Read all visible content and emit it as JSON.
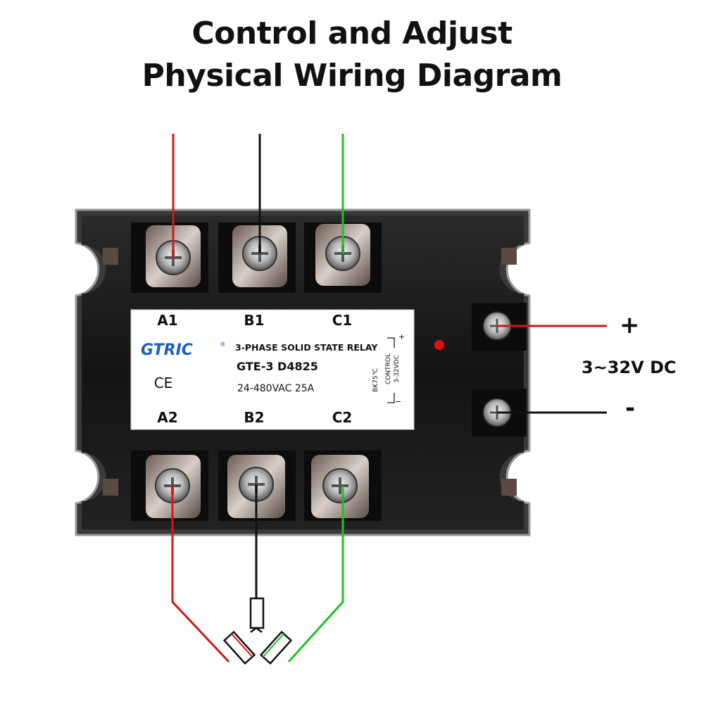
{
  "title": {
    "line1": "Control and Adjust",
    "line2": "Physical Wiring Diagram"
  },
  "relay": {
    "brand": "GTRIC",
    "brand_mark": "®",
    "product_type": "3-PHASE SOLID STATE RELAY",
    "model": "GTE-3  D4825",
    "rating": "24-480VAC 25A",
    "certification": "CE",
    "control_label": "CONTROL",
    "control_range": "3-32VDC",
    "temp_label": "BK75℃",
    "terminals_top": [
      "A1",
      "B1",
      "C1"
    ],
    "terminals_bottom": [
      "A2",
      "B2",
      "C2"
    ],
    "control_plus": "+",
    "control_minus": "−"
  },
  "control_input": {
    "plus": "+",
    "minus": "-",
    "voltage": "3~32V DC"
  },
  "colors": {
    "phase_a": "#d01818",
    "phase_b": "#111111",
    "phase_c": "#22c022",
    "relay_body": "#1a1a1a",
    "led": "#e01010"
  }
}
